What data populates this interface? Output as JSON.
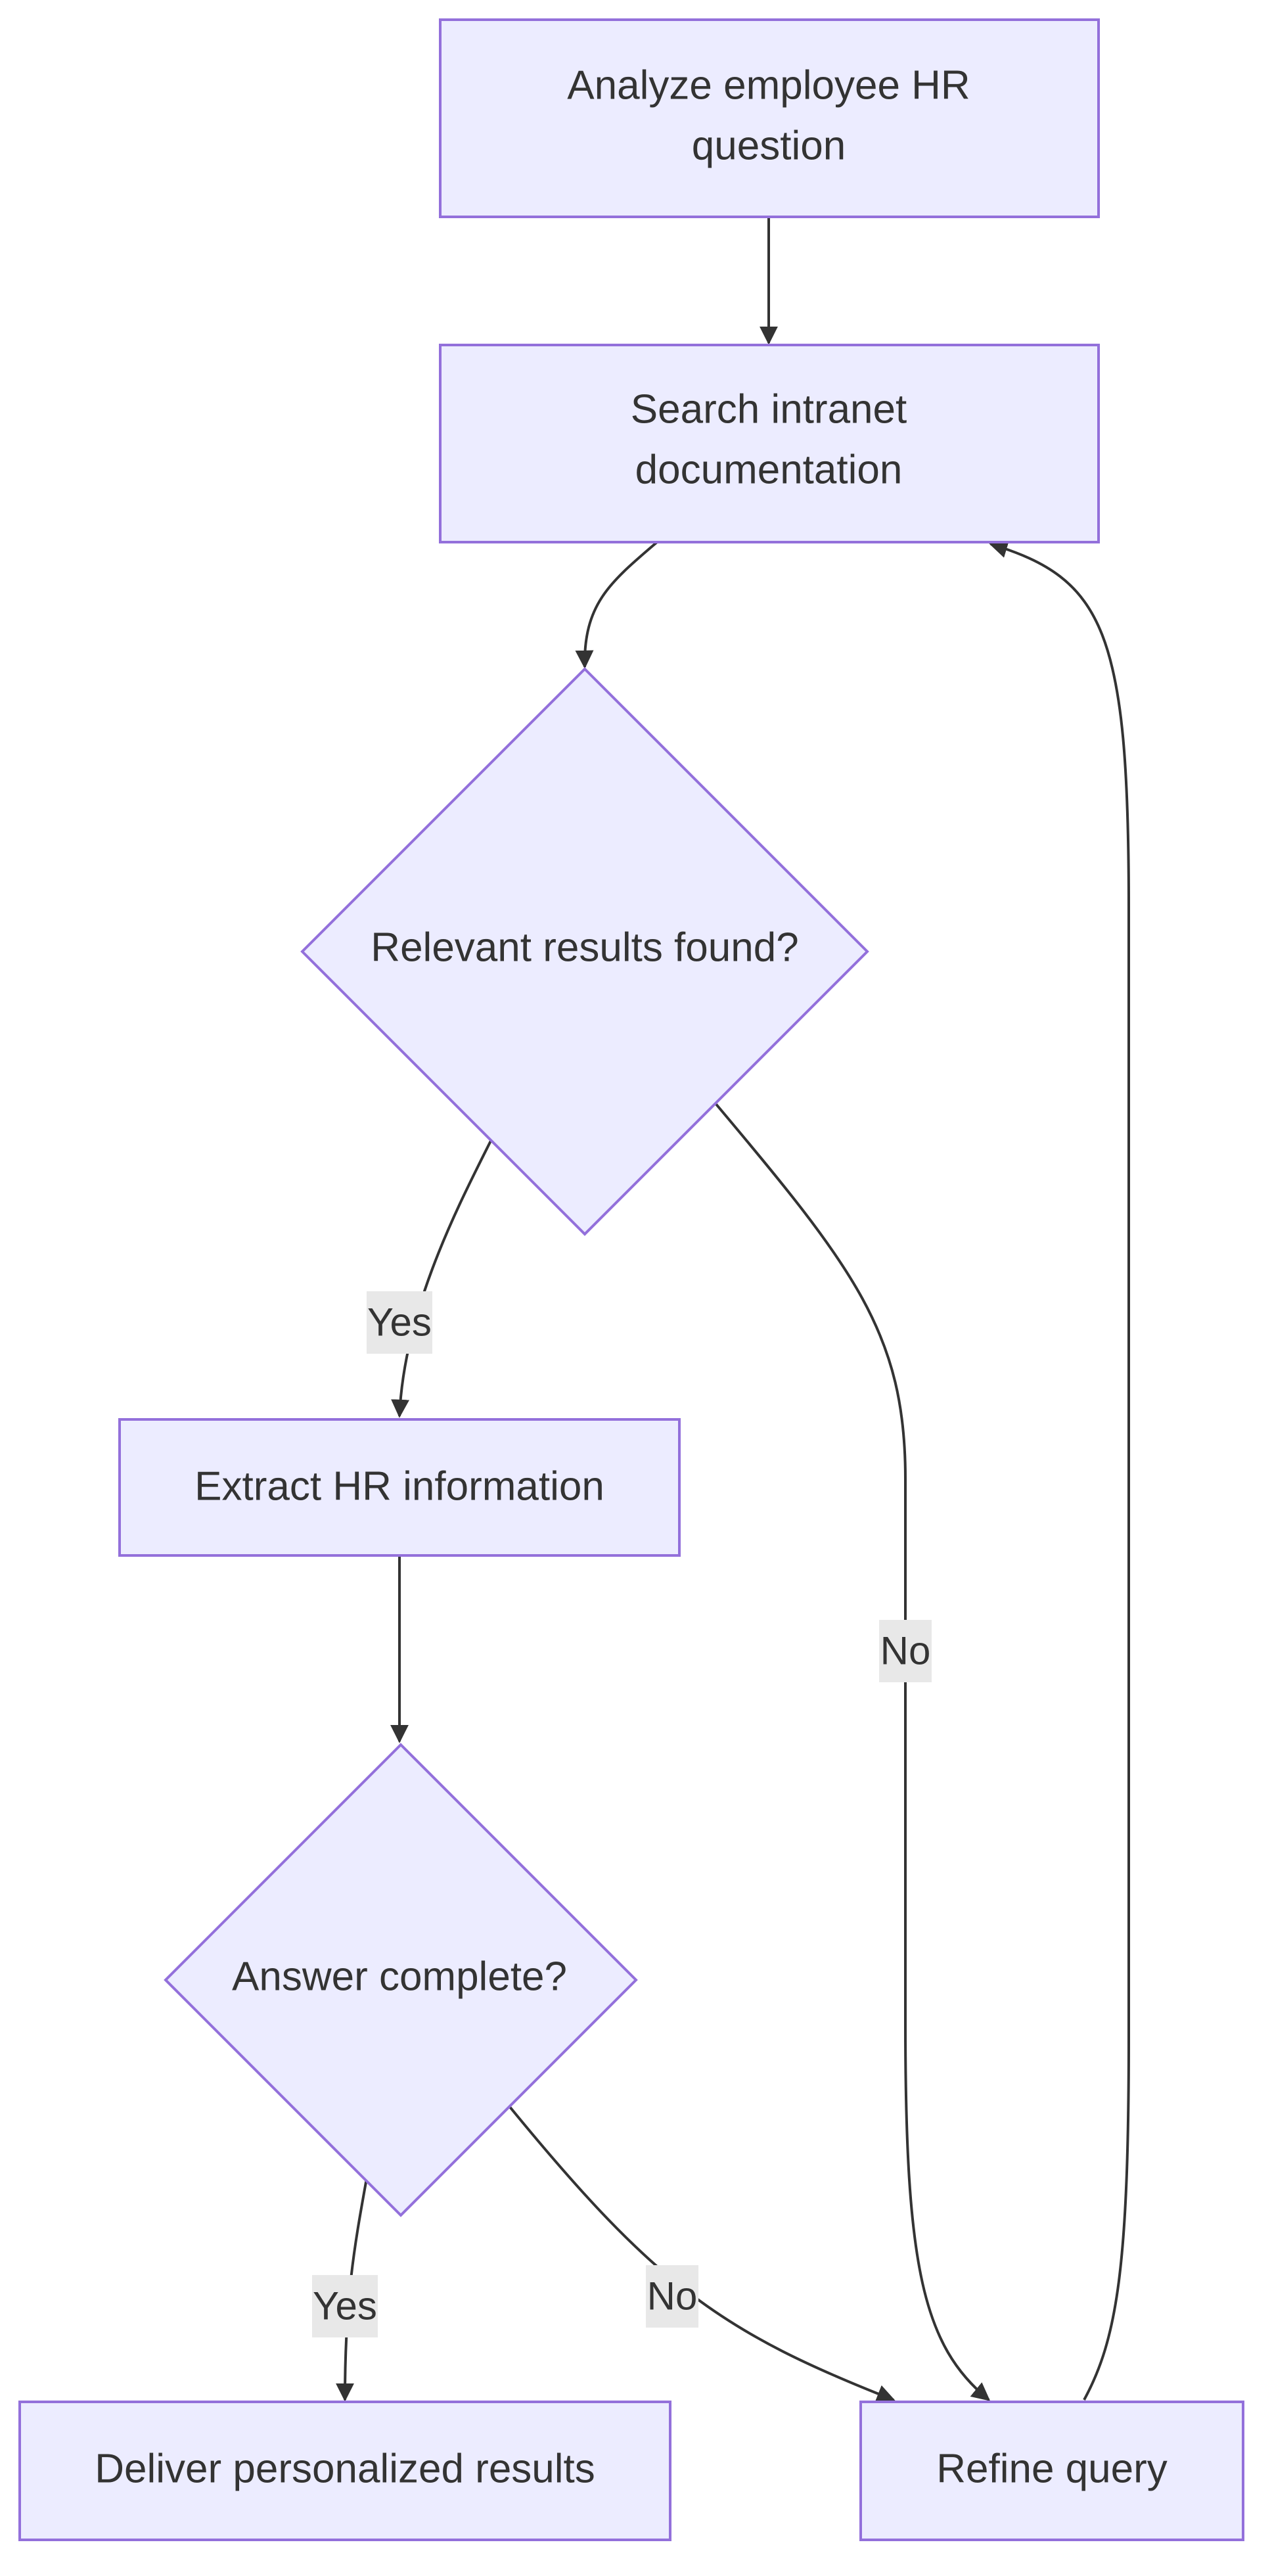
{
  "nodes": {
    "analyze": {
      "line1": "Analyze employee HR",
      "line2": "question"
    },
    "search": {
      "line1": "Search intranet",
      "line2": "documentation"
    },
    "relevant": {
      "label": "Relevant results found?"
    },
    "extract": {
      "label": "Extract HR information"
    },
    "complete": {
      "label": "Answer complete?"
    },
    "deliver": {
      "label": "Deliver personalized results"
    },
    "refine": {
      "label": "Refine query"
    }
  },
  "edges": {
    "relevant_yes": "Yes",
    "relevant_no": "No",
    "complete_yes": "Yes",
    "complete_no": "No"
  },
  "colors": {
    "node_fill": "#ececff",
    "node_stroke": "#9370db",
    "edge": "#333333",
    "label_bg": "#e8e8e8"
  }
}
